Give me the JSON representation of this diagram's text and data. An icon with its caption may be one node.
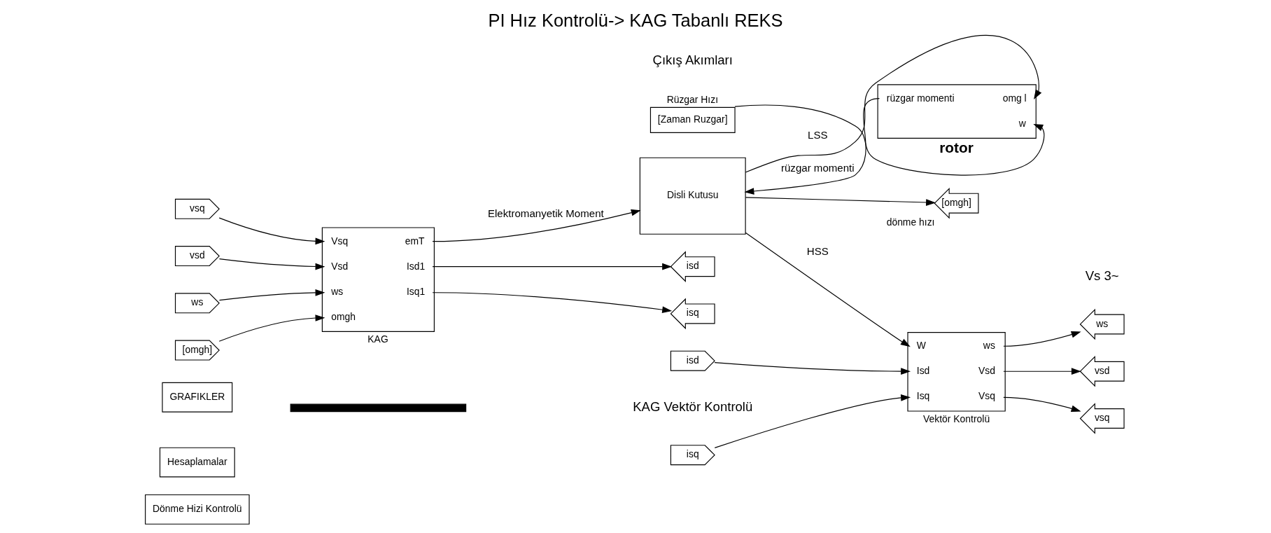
{
  "diagram": {
    "title": "PI Hız Kontrolü-> KAG Tabanlı REKS",
    "nodes": [
      {
        "text": [
          "Dönme Hizi Kontrolü"
        ]
      },
      {
        "text": [
          "GRAFIKLER"
        ]
      },
      {
        "text": [
          "Hesaplamalar"
        ]
      },
      {
        "text": [
          "vsq"
        ]
      },
      {
        "text": [
          "vsd"
        ]
      },
      {
        "text": [
          "ws"
        ]
      },
      {
        "text": [
          "[omgh]"
        ]
      },
      {
        "text": [
          "Vsq",
          "Vsd",
          "ws",
          "omgh",
          "emT",
          "Isd1",
          "Isq1",
          "KAG"
        ]
      },
      {
        "text": [
          "isd"
        ]
      },
      {
        "text": [
          "isq"
        ]
      },
      {
        "text": [
          "Disli Kutusu"
        ]
      },
      {
        "text": [
          "[omgh]"
        ],
        "beside": [
          "dönme hızı"
        ]
      },
      {
        "text": [
          "omg l",
          "rüzgar momenti",
          "w",
          "rotor"
        ]
      },
      {
        "text": [
          "Rüzgar Hızı",
          "[Zaman Ruzgar]"
        ]
      },
      {
        "text": [
          "isd"
        ]
      },
      {
        "text": [
          "isq"
        ]
      },
      {
        "text": [
          "W",
          "Isd",
          "Isq",
          "ws",
          "Vsd",
          "Vsq",
          "Vektör Kontrolü"
        ]
      },
      {
        "text": [
          "ws"
        ]
      },
      {
        "text": [
          "vsd"
        ]
      },
      {
        "text": [
          "vsq"
        ]
      },
      {
        "text": [],
        "shape": "bar"
      }
    ],
    "edges": [
      {
        "from": 3,
        "to": 7,
        "arrow": "to"
      },
      {
        "from": 4,
        "to": 7,
        "arrow": "to"
      },
      {
        "from": 5,
        "to": 7,
        "arrow": "to"
      },
      {
        "from": 6,
        "to": 7,
        "arrow": "to"
      },
      {
        "from": 7,
        "to": 10,
        "arrow": "to",
        "label": "Elektromanyetik Moment"
      },
      {
        "from": 7,
        "to": 8,
        "arrow": "to"
      },
      {
        "from": 7,
        "to": 9,
        "arrow": "to"
      },
      {
        "from": 10,
        "to": 16,
        "arrow": "to",
        "label": "HSS"
      },
      {
        "from": 10,
        "to": 11,
        "arrow": "to"
      },
      {
        "from": 10,
        "to": 12,
        "arrow": "to",
        "label": "LSS"
      },
      {
        "from": 12,
        "to": 10,
        "arrow": "to",
        "label": "rüzgar momenti"
      },
      {
        "from": 13,
        "to": 12,
        "arrow": "to"
      },
      {
        "from": 14,
        "to": 16,
        "arrow": "to"
      },
      {
        "from": 15,
        "to": 16,
        "arrow": "to"
      },
      {
        "from": 16,
        "to": 17,
        "arrow": "to"
      },
      {
        "from": 16,
        "to": 18,
        "arrow": "to"
      },
      {
        "from": 16,
        "to": 19,
        "arrow": "to"
      }
    ],
    "labels": [
      "KAG Vektör Kontrolü",
      "Vs 3~",
      "Çıkış Akımları"
    ]
  }
}
